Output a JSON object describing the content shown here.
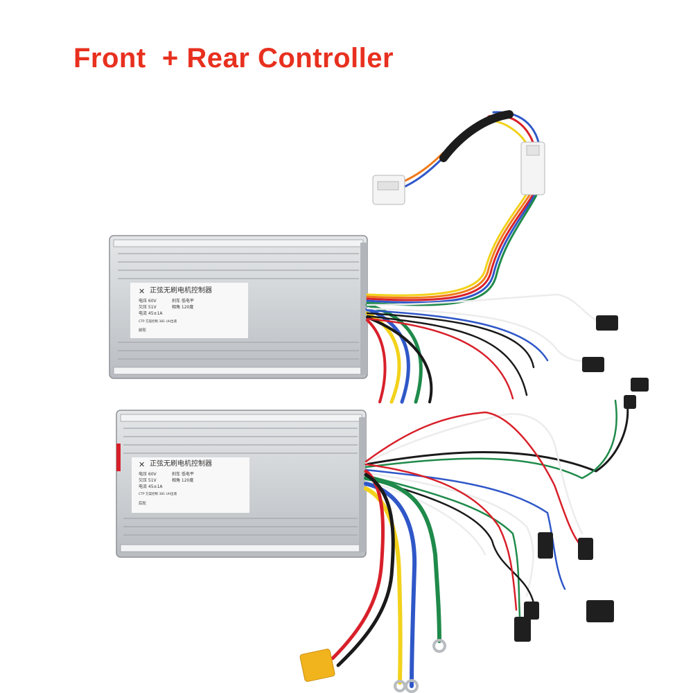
{
  "headline": "Front  + Rear Controller",
  "colors": {
    "headline": "#e8301f",
    "housing": "#c9ccd0",
    "wire_red": "#d8202a",
    "wire_blue": "#2f57c8",
    "wire_yellow": "#f2d21b",
    "wire_green": "#1f8a4a",
    "wire_orange": "#f07a1c",
    "wire_black": "#1a1a1a",
    "wire_white": "#ececec",
    "connector_xt60": "#f2b41c"
  },
  "controllers": [
    {
      "label_title": "正弦无刷电机控制器",
      "specs": [
        "电压 60V",
        "欠压 51V",
        "电流 45±1A",
        "刹车 低电平",
        "相角 120度"
      ],
      "note": "CTP 方案控制 381 UH出液",
      "position_word": "前轮"
    },
    {
      "label_title": "正弦无刷电机控制器",
      "specs": [
        "电压 60V",
        "欠压 51V",
        "电流 45±1A",
        "刹车 低电平",
        "相角 120度"
      ],
      "note": "CTP 方案控制 381 UH出液",
      "position_word": "后轮"
    }
  ]
}
